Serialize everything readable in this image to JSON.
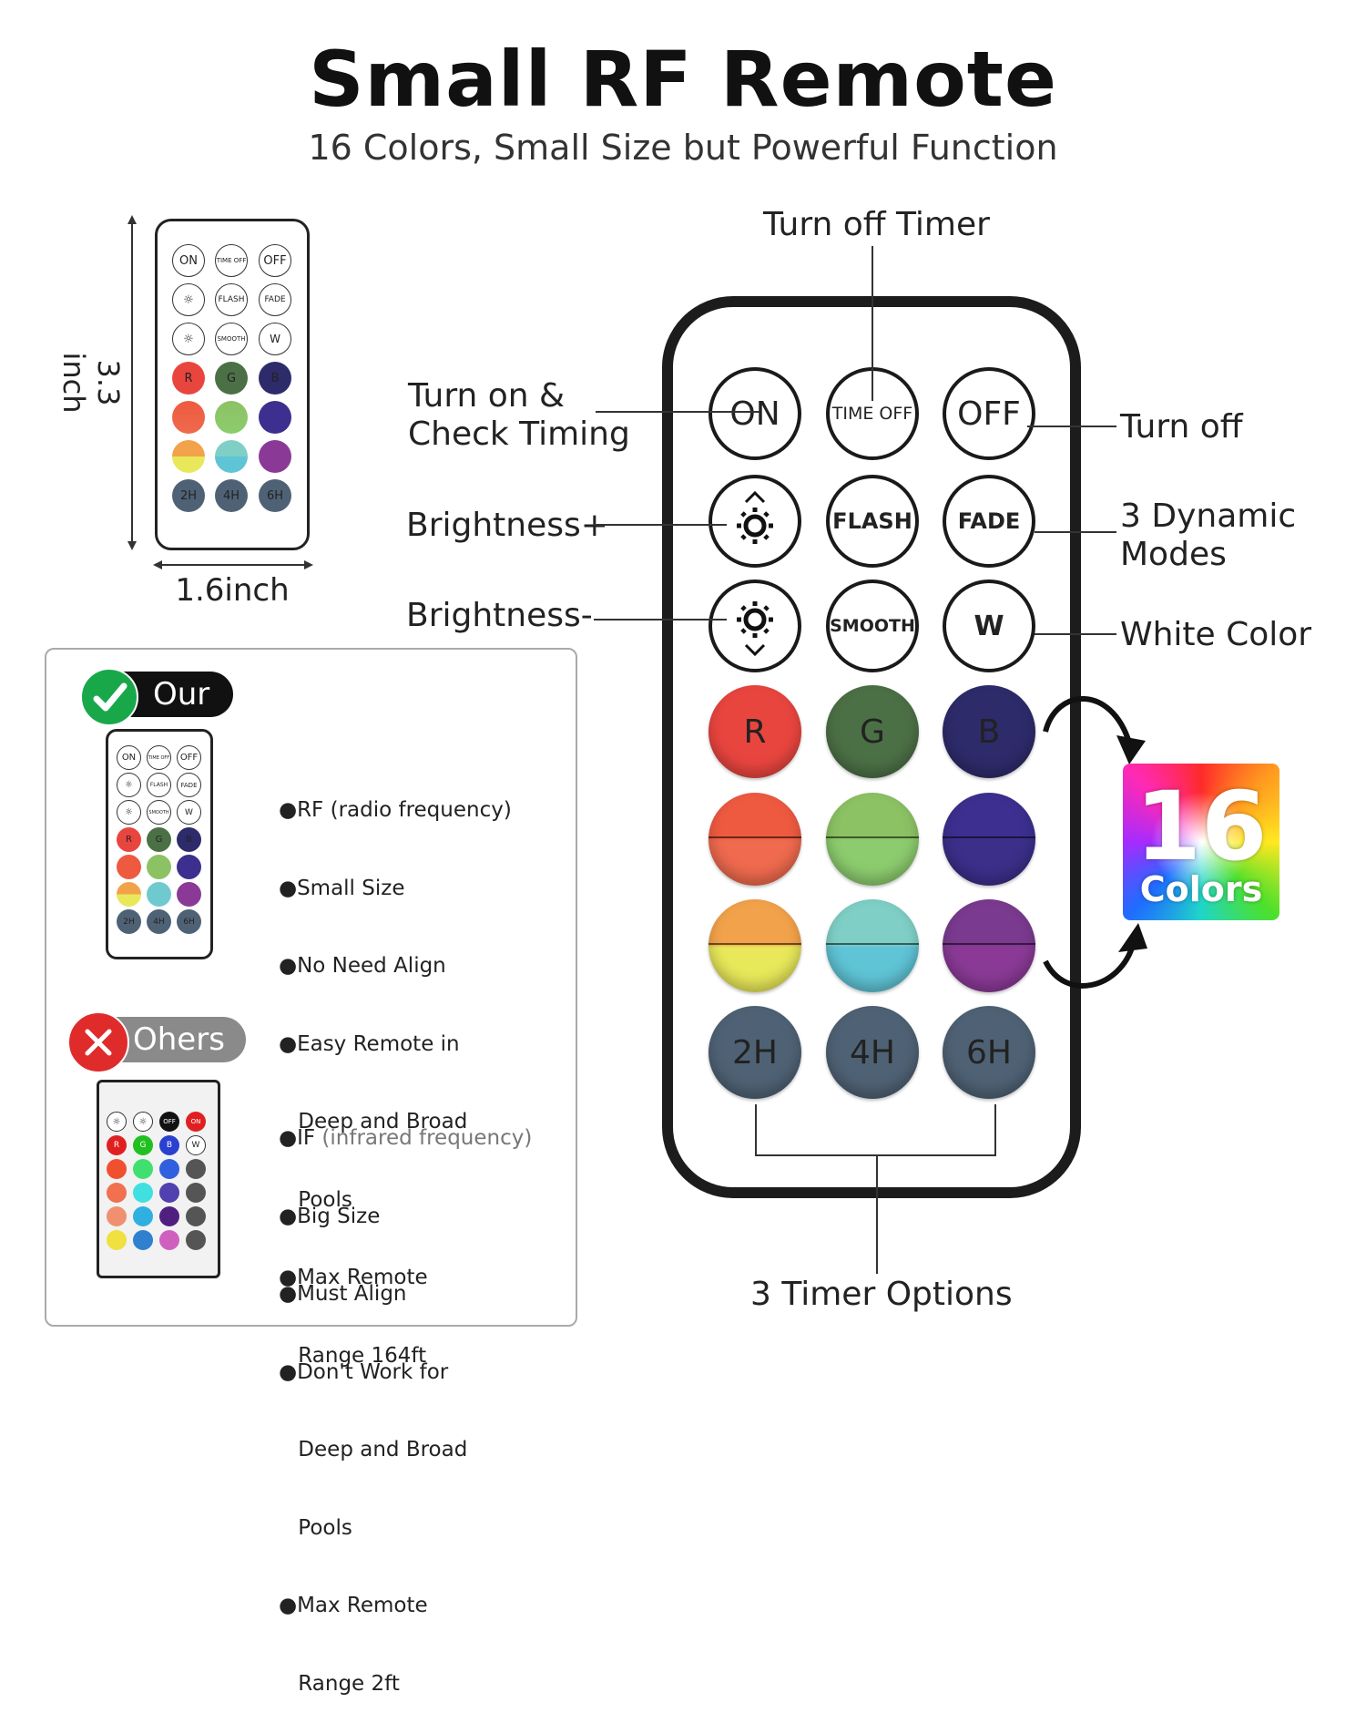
{
  "header": {
    "title": "Small RF Remote",
    "subtitle": "16 Colors, Small Size but Powerful Function"
  },
  "dimensions": {
    "height": "3.3 inch",
    "width": "1.6inch"
  },
  "remote": {
    "buttons": {
      "on": "ON",
      "time_off": "TIME OFF",
      "off": "OFF",
      "flash": "FLASH",
      "fade": "FADE",
      "smooth": "SMOOTH",
      "w": "W",
      "r": "R",
      "g": "G",
      "b": "B",
      "t2": "2H",
      "t4": "4H",
      "t6": "6H"
    },
    "colors": {
      "r": "#e9453f",
      "g": "#4c7046",
      "b": "#2e2b6b",
      "row2_top": [
        "#ee5a40",
        "#8cc264",
        "#3c2f8f"
      ],
      "row2_bottom": [
        "#ef6a4e",
        "#8ccc6e",
        "#3b2f8a"
      ],
      "row3_top": [
        "#f2a24a",
        "#7fcfc6",
        "#7a3a8f"
      ],
      "row3_bottom": [
        "#e8e85a",
        "#5fc4d6",
        "#8a3a96"
      ],
      "timer": "#4f6275"
    }
  },
  "callouts": {
    "turn_off_timer": "Turn off Timer",
    "turn_on_line1": "Turn on &",
    "turn_on_line2": "Check Timing",
    "turn_off": "Turn off",
    "brightness_plus": "Brightness+",
    "brightness_minus": "Brightness-",
    "dynamic_line1": "3 Dynamic",
    "dynamic_line2": "Modes",
    "white_color": "White Color",
    "timer_options": "3 Timer Options"
  },
  "colors_badge": {
    "number": "16",
    "word": "Colors"
  },
  "comparison": {
    "ours": {
      "badge": "Our",
      "badge_color": "#18a84a",
      "points": [
        "●RF (radio frequency)",
        "●Small Size",
        "●No Need Align",
        "●Easy Remote in",
        " Deep and Broad",
        " Pools",
        "●Max Remote",
        " Range 164ft"
      ]
    },
    "others": {
      "badge": "Ohers",
      "badge_color": "#e02b2b",
      "points_first_label": "●IF",
      "points_first_note": " (infrared frequency)",
      "points": [
        "●Big Size",
        "●Must Align",
        "●Don't Work for",
        " Deep and Broad",
        " Pools",
        "●Max Remote",
        " Range 2ft"
      ],
      "mini_labels": {
        "off": "OFF",
        "on": "ON",
        "r": "R",
        "g": "G",
        "b": "B",
        "w": "W"
      }
    }
  },
  "small_remote_labels": {
    "on": "ON",
    "time_off": "TIME OFF",
    "off": "OFF",
    "flash": "FLASH",
    "fade": "FADE",
    "smooth": "SMOOTH",
    "w": "W",
    "r": "R",
    "g": "G",
    "b": "B",
    "t2": "2H",
    "t4": "4H",
    "t6": "6H"
  }
}
